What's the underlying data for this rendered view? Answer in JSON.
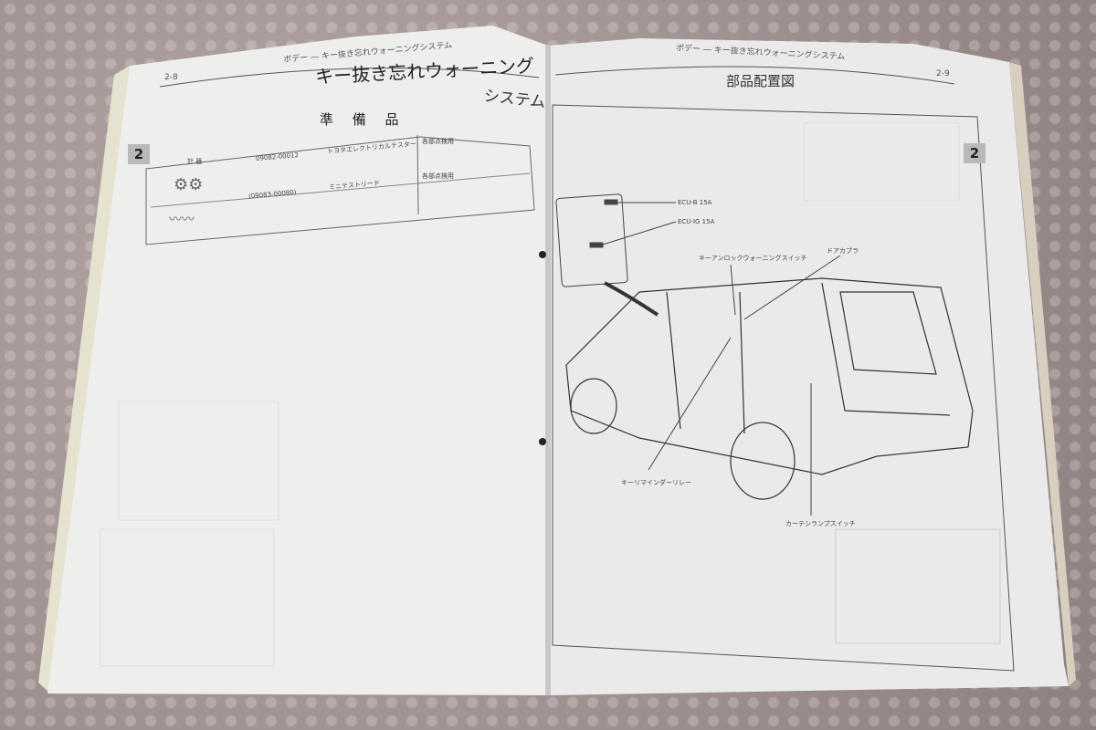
{
  "left_page": {
    "running_header": "ボデー ― キー抜き忘れウォーニングシステム",
    "page_number": "2-8",
    "title_line1": "キー抜き忘れウォーニング",
    "title_line2": "システム",
    "section_title": "準 備 品",
    "chapter_tab": "2",
    "tools_table": {
      "category": "計 器",
      "rows": [
        {
          "part_no": "09082-00012",
          "name": "トヨタエレクトリカルテスター",
          "use": "各部点検用"
        },
        {
          "part_no": "(09083-00080)",
          "name": "ミニテストリード",
          "use": "各部点検用"
        }
      ]
    }
  },
  "right_page": {
    "running_header": "ボデー ― キー抜き忘れウォーニングシステム",
    "page_number": "2-9",
    "title": "部品配置図",
    "chapter_tab": "2",
    "diagram_labels": {
      "fuse_ecu_b": "ECU-B 15A",
      "fuse_ecu_ig": "ECU-IG 15A",
      "unlock_switch": "キーアンロックウォーニングスイッチ",
      "door": "ドアカプラ",
      "reminder_relay": "キーリマインダーリレー",
      "courtesy_switch": "カーテシランプスイッチ"
    }
  }
}
